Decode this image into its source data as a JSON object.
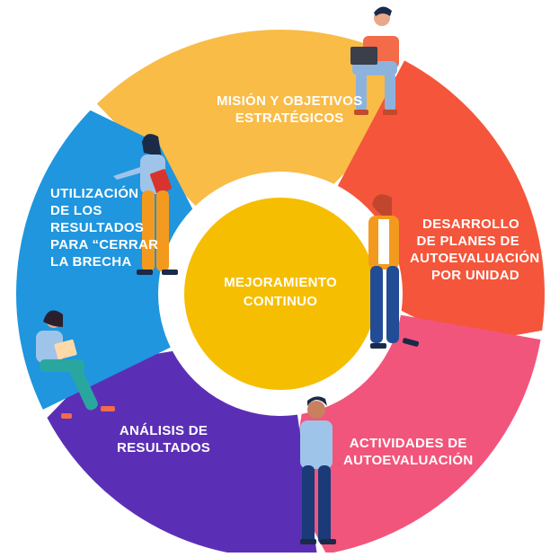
{
  "diagram": {
    "center": {
      "label": "MEJORAMIENTO\nCONTINUO",
      "color": "#F6BE00"
    },
    "segments": [
      {
        "id": "mision",
        "label": "MISIÓN Y OBJETIVOS\nESTRATÉGICOS",
        "color": "#F9BC47"
      },
      {
        "id": "desarrollo",
        "label": "DESARROLLO\nDE PLANES DE\nAUTOEVALUACIÓN\nPOR UNIDAD",
        "color": "#F5553A"
      },
      {
        "id": "actividades",
        "label": "ACTIVIDADES DE\nAUTOEVALUACIÓN",
        "color": "#F2557B"
      },
      {
        "id": "analisis",
        "label": "ANÁLISIS DE\nRESULTADOS",
        "color": "#5B2FB5"
      },
      {
        "id": "utilizacion",
        "label": "UTILIZACIÓN\nDE LOS\nRESULTADOS\nPARA “CERRAR\nLA BRECHA",
        "color": "#1F96DE"
      }
    ]
  }
}
